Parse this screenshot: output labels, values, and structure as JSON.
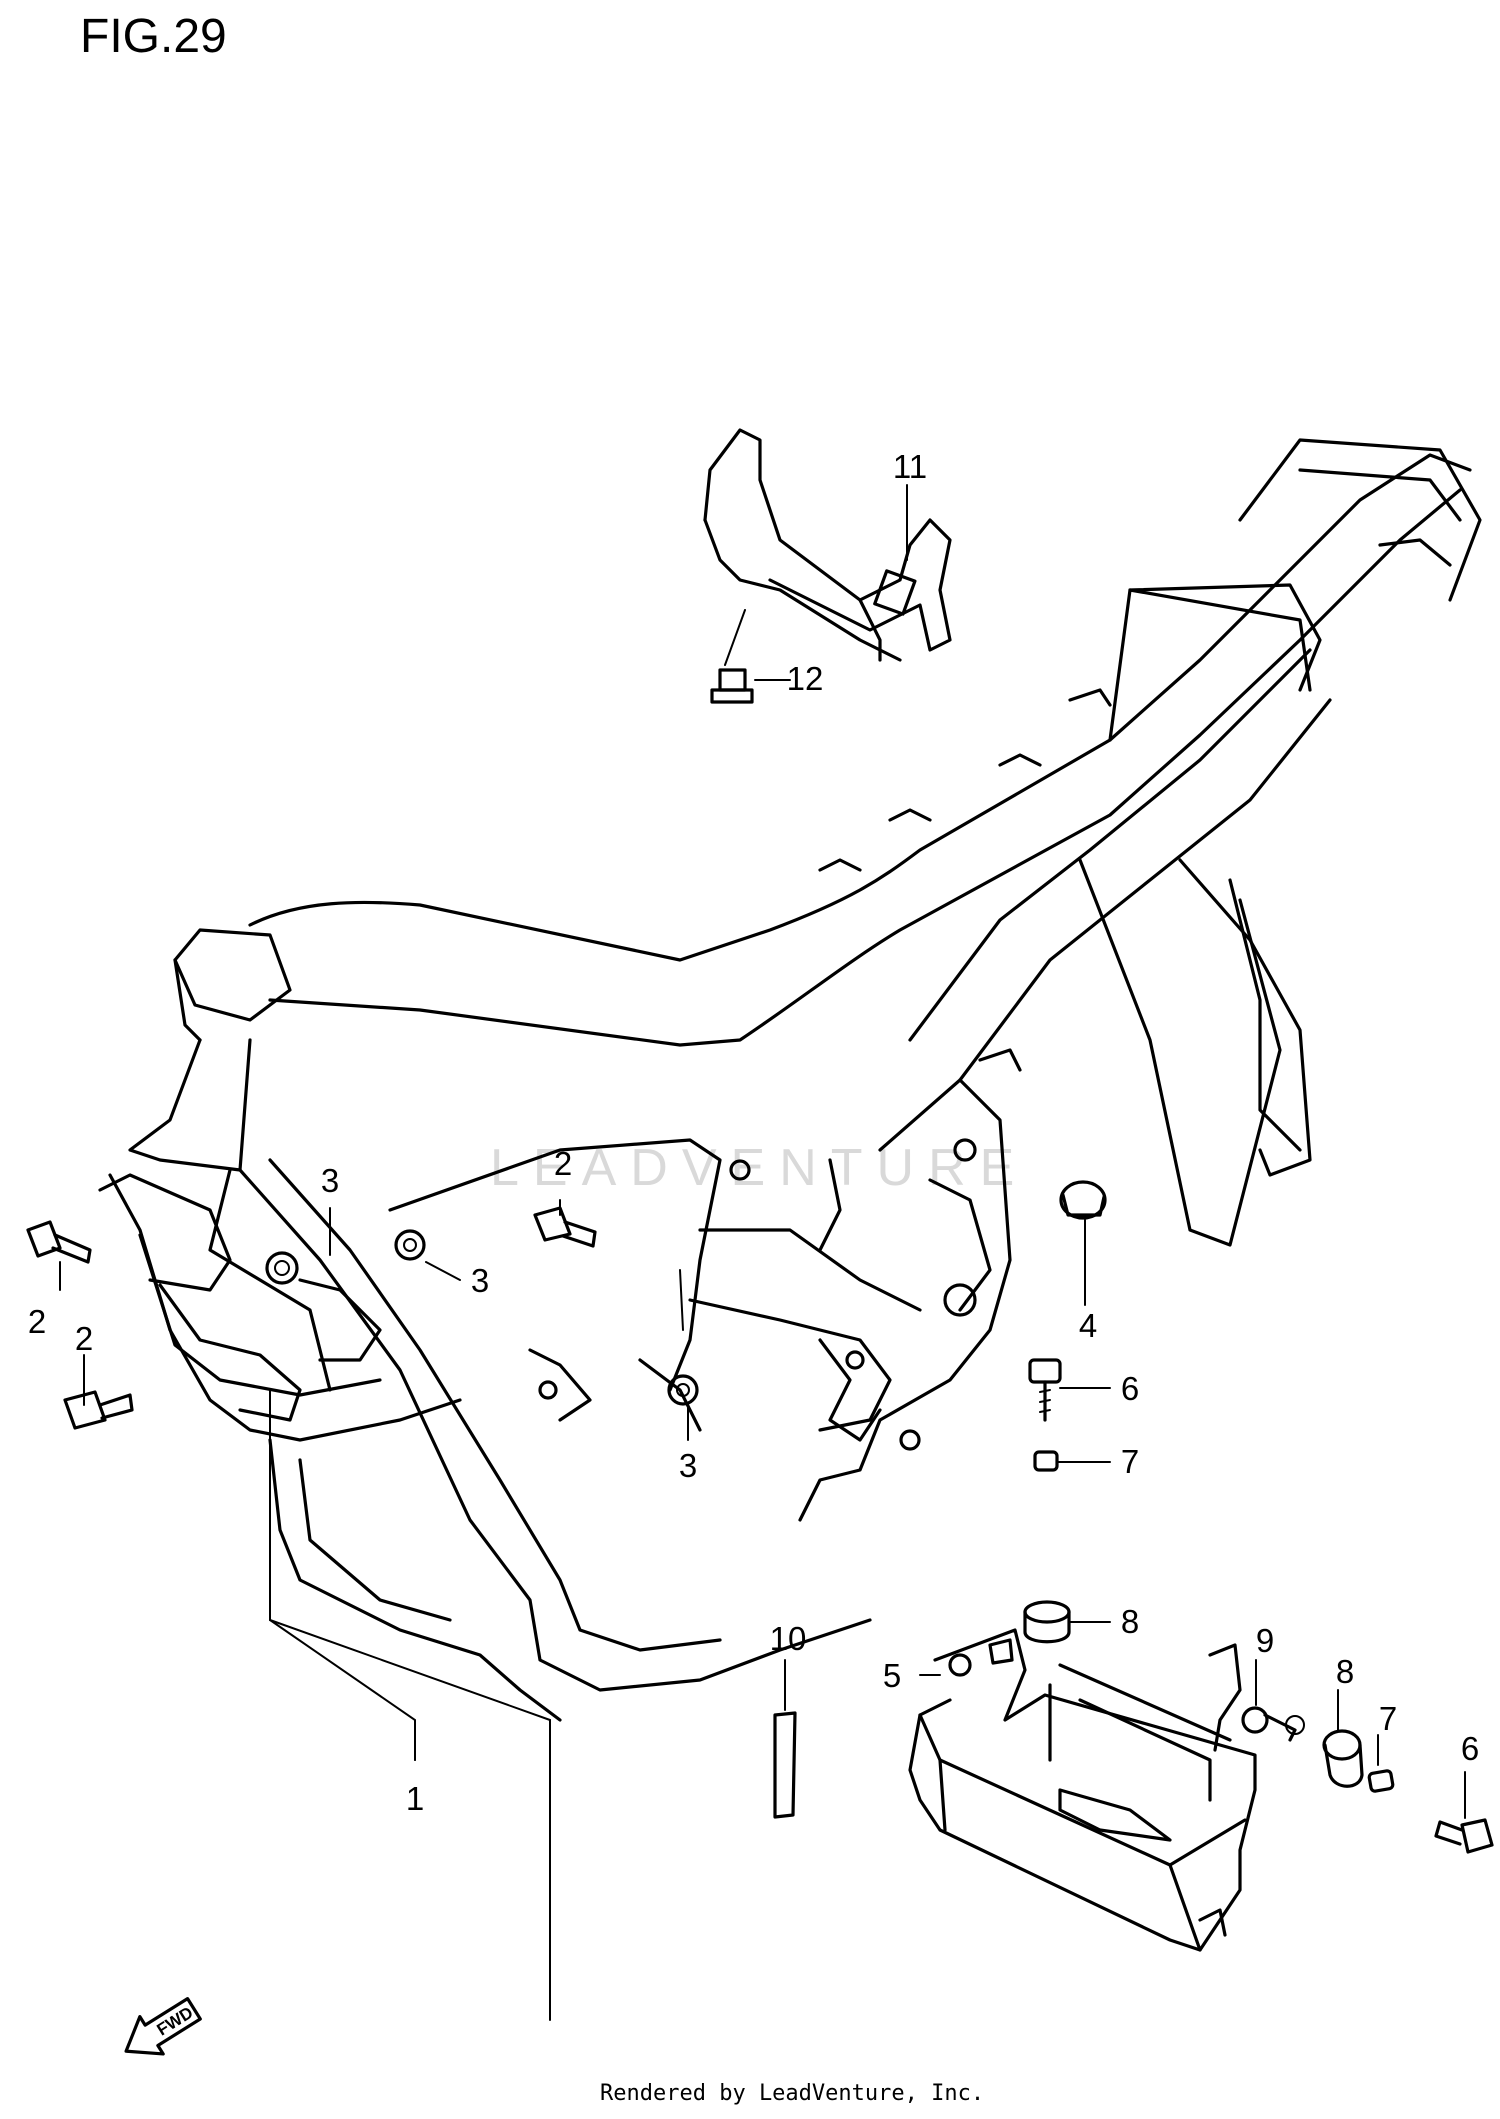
{
  "figure": {
    "title": "FIG.29",
    "credit": "Rendered by LeadVenture, Inc.",
    "watermark": "LEADVENTURE",
    "fwd_label": "FWD"
  },
  "callouts": [
    {
      "id": "c1",
      "label": "1"
    },
    {
      "id": "c2a",
      "label": "2"
    },
    {
      "id": "c2b",
      "label": "2"
    },
    {
      "id": "c2c",
      "label": "2"
    },
    {
      "id": "c3a",
      "label": "3"
    },
    {
      "id": "c3b",
      "label": "3"
    },
    {
      "id": "c3c",
      "label": "3"
    },
    {
      "id": "c4",
      "label": "4"
    },
    {
      "id": "c5",
      "label": "5"
    },
    {
      "id": "c6a",
      "label": "6"
    },
    {
      "id": "c6b",
      "label": "6"
    },
    {
      "id": "c7a",
      "label": "7"
    },
    {
      "id": "c7b",
      "label": "7"
    },
    {
      "id": "c8a",
      "label": "8"
    },
    {
      "id": "c8b",
      "label": "8"
    },
    {
      "id": "c9",
      "label": "9"
    },
    {
      "id": "c10",
      "label": "10"
    },
    {
      "id": "c11",
      "label": "11"
    },
    {
      "id": "c12",
      "label": "12"
    }
  ],
  "parts": [
    "frame",
    "frame-bolt",
    "nut",
    "cap",
    "battery-holder",
    "bolt",
    "cushion",
    "cushion-large",
    "nut-small",
    "label-decal",
    "bracket",
    "screw"
  ],
  "colors": {
    "line": "#000000",
    "background": "#ffffff",
    "watermark": "#d9d9d9"
  }
}
